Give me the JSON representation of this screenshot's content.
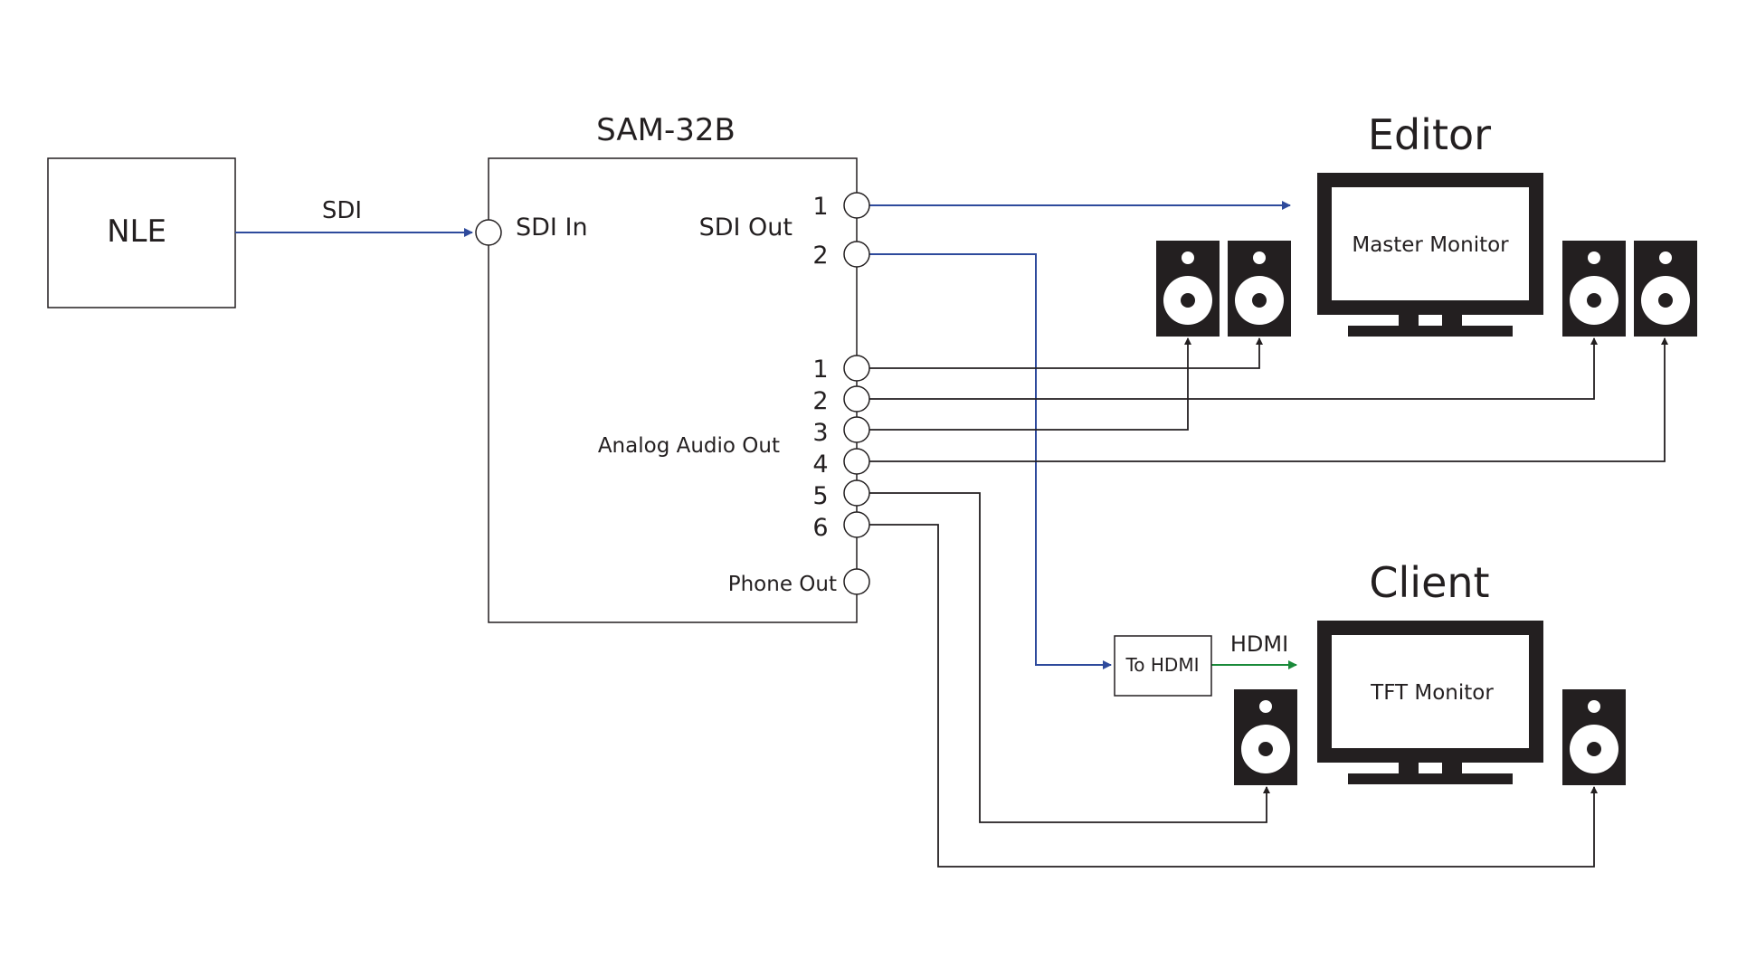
{
  "nle": {
    "label": "NLE"
  },
  "sdi_link": {
    "label": "SDI"
  },
  "device": {
    "title": "SAM-32B",
    "sdi_in": "SDI In",
    "sdi_out": "SDI Out",
    "sdi_out_ports": [
      "1",
      "2"
    ],
    "analog_audio_out": "Analog Audio Out",
    "analog_ports": [
      "1",
      "2",
      "3",
      "4",
      "5",
      "6"
    ],
    "phone_out": "Phone Out"
  },
  "editor": {
    "title": "Editor",
    "monitor": "Master Monitor"
  },
  "client": {
    "title": "Client",
    "monitor": "TFT Monitor"
  },
  "converter": {
    "label": "To HDMI"
  },
  "hdmi_link": {
    "label": "HDMI"
  },
  "colors": {
    "sdi": "#2e4a9c",
    "hdmi": "#1a8a3a",
    "audio": "#231f20"
  }
}
